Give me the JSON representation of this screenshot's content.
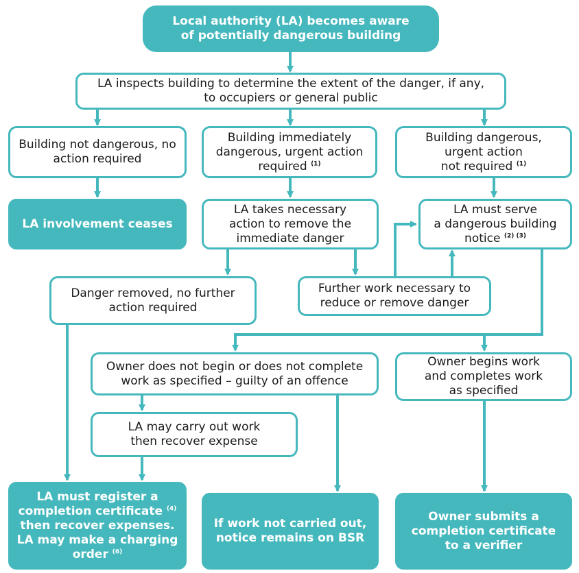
{
  "colors": {
    "accent": "#45b8bd",
    "text": "#1a1a1a",
    "filled_text": "#ffffff"
  },
  "boxes": {
    "aware": {
      "lines": [
        "Local authority (LA) becomes aware",
        "of potentially dangerous building"
      ]
    },
    "inspect": {
      "lines": [
        "LA inspects building to determine the extent of the danger, if any,",
        "to occupiers or general public"
      ]
    },
    "not_dangerous": {
      "lines": [
        "Building not dangerous, no",
        "action required"
      ]
    },
    "immediate": {
      "lines": [
        "Building immediately",
        "dangerous, urgent action",
        "required"
      ],
      "note": "(1)"
    },
    "not_urgent": {
      "lines": [
        "Building dangerous,",
        "urgent action",
        "not required"
      ],
      "note": "(1)"
    },
    "ceases": {
      "lines": [
        "LA involvement ceases"
      ]
    },
    "takes_action": {
      "lines": [
        "LA takes necessary",
        "action to remove the",
        "immediate danger"
      ]
    },
    "serve_notice": {
      "lines": [
        "LA must serve",
        "a dangerous building",
        "notice"
      ],
      "note": "(2) (3)"
    },
    "removed": {
      "lines": [
        "Danger removed, no further",
        "action required"
      ]
    },
    "further": {
      "lines": [
        "Further work necessary to",
        "reduce or remove danger"
      ]
    },
    "offence": {
      "lines": [
        "Owner does not begin or does not complete",
        "work as specified – guilty of an offence"
      ]
    },
    "completes": {
      "lines": [
        "Owner begins work",
        "and completes work",
        "as specified"
      ]
    },
    "carry_out": {
      "lines": [
        "LA may carry out work",
        "then recover expense"
      ]
    },
    "register": {
      "lines": [
        "LA must register a",
        "completion certificate",
        "then recover expenses.",
        "LA may make a charging",
        "order"
      ],
      "notes": [
        "(4)",
        "(6)"
      ]
    },
    "bsr": {
      "lines": [
        "If work not carried out,",
        "notice remains on BSR"
      ]
    },
    "submits": {
      "lines": [
        "Owner submits a",
        "completion certificate",
        "to a verifier"
      ]
    }
  }
}
